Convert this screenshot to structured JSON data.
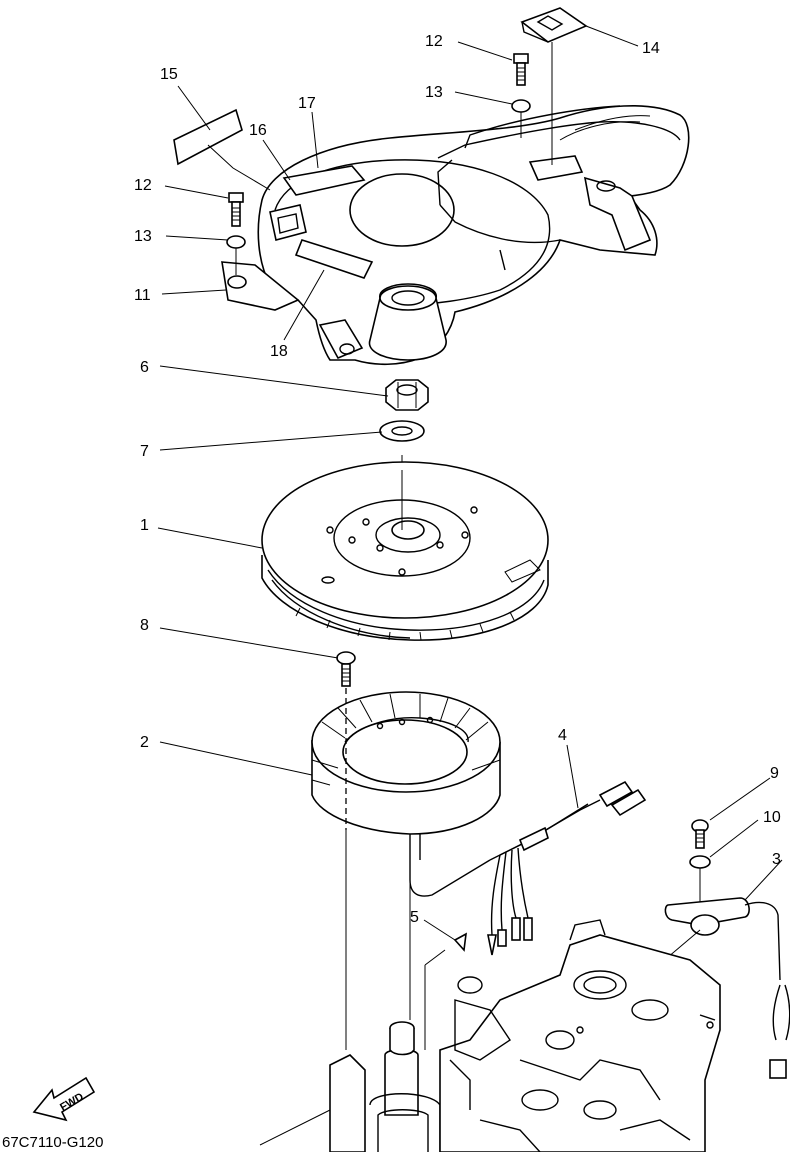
{
  "callouts": [
    {
      "id": "c1",
      "label": "1"
    },
    {
      "id": "c2",
      "label": "2"
    },
    {
      "id": "c3",
      "label": "3"
    },
    {
      "id": "c4",
      "label": "4"
    },
    {
      "id": "c5",
      "label": "5"
    },
    {
      "id": "c6",
      "label": "6"
    },
    {
      "id": "c7",
      "label": "7"
    },
    {
      "id": "c8",
      "label": "8"
    },
    {
      "id": "c9",
      "label": "9"
    },
    {
      "id": "c10",
      "label": "10"
    },
    {
      "id": "c11",
      "label": "11"
    },
    {
      "id": "c12a",
      "label": "12"
    },
    {
      "id": "c12b",
      "label": "12"
    },
    {
      "id": "c13a",
      "label": "13"
    },
    {
      "id": "c13b",
      "label": "13"
    },
    {
      "id": "c14",
      "label": "14"
    },
    {
      "id": "c15",
      "label": "15"
    },
    {
      "id": "c16",
      "label": "16"
    },
    {
      "id": "c17",
      "label": "17"
    },
    {
      "id": "c18",
      "label": "18"
    }
  ],
  "drawing_code": "67C7110-G120",
  "direction_badge": "FWD"
}
